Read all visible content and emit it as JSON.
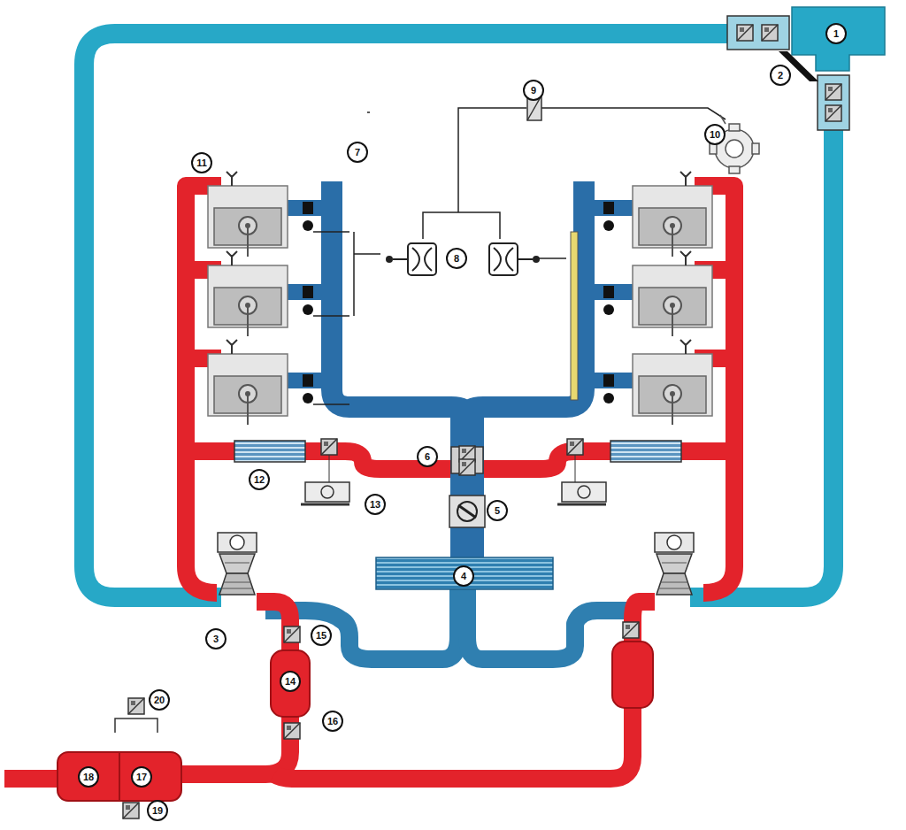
{
  "diagram": {
    "labels": [
      "1",
      "2",
      "9",
      "10",
      "11",
      "7",
      "8",
      "12",
      "6",
      "13",
      "5",
      "4",
      "3",
      "15",
      "14",
      "16",
      "20",
      "18",
      "17",
      "19"
    ]
  }
}
